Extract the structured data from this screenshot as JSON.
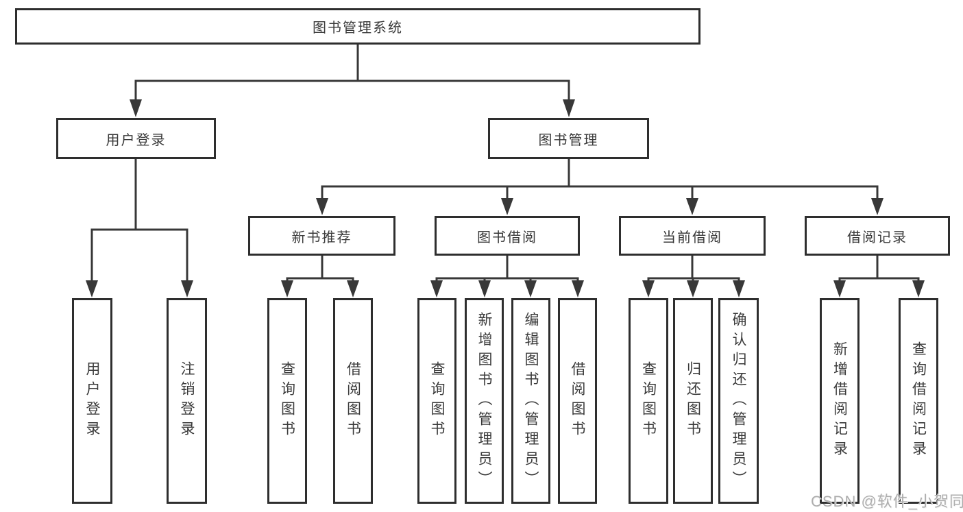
{
  "diagram": {
    "nodes": {
      "root": {
        "label": "图书管理系统"
      },
      "level2": [
        {
          "label": "用户登录"
        },
        {
          "label": "图书管理"
        }
      ],
      "level3": [
        {
          "label": "新书推荐",
          "parent": "图书管理"
        },
        {
          "label": "图书借阅",
          "parent": "图书管理"
        },
        {
          "label": "当前借阅",
          "parent": "图书管理"
        },
        {
          "label": "借阅记录",
          "parent": "图书管理"
        }
      ],
      "leaves": [
        {
          "label": "用户登录",
          "parent": "用户登录"
        },
        {
          "label": "注销登录",
          "parent": "用户登录"
        },
        {
          "label": "查询图书",
          "parent": "新书推荐"
        },
        {
          "label": "借阅图书",
          "parent": "新书推荐"
        },
        {
          "label": "查询图书",
          "parent": "图书借阅"
        },
        {
          "label": "新增图书（管理员）",
          "parent": "图书借阅"
        },
        {
          "label": "编辑图书（管理员）",
          "parent": "图书借阅"
        },
        {
          "label": "借阅图书",
          "parent": "图书借阅"
        },
        {
          "label": "查询图书",
          "parent": "当前借阅"
        },
        {
          "label": "归还图书",
          "parent": "当前借阅"
        },
        {
          "label": "确认归还（管理员）",
          "parent": "当前借阅"
        },
        {
          "label": "新增借阅记录",
          "parent": "借阅记录"
        },
        {
          "label": "查询借阅记录",
          "parent": "借阅记录"
        }
      ]
    },
    "colors": {
      "line": "#383838",
      "box_border": "#2e2e2e",
      "text": "#3a3a3a",
      "background": "#ffffff",
      "watermark": "#aeaeae"
    }
  },
  "watermark": {
    "text": "CSDN @软件_小贺同学"
  }
}
